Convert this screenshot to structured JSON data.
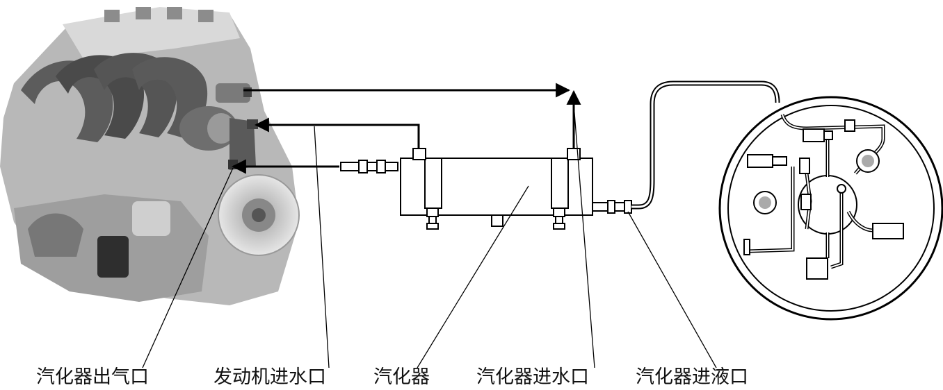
{
  "labels": {
    "vaporizer_gas_outlet": "汽化器出气口",
    "engine_water_inlet": "发动机进水口",
    "vaporizer": "汽化器",
    "vaporizer_water_inlet": "汽化器进水口",
    "vaporizer_liquid_inlet": "汽化器进液口"
  },
  "colors": {
    "line": "#000000",
    "engine_dark": "#4a4a4a",
    "engine_mid": "#8a8a8a",
    "engine_light": "#c8c8c8",
    "background": "#ffffff"
  }
}
